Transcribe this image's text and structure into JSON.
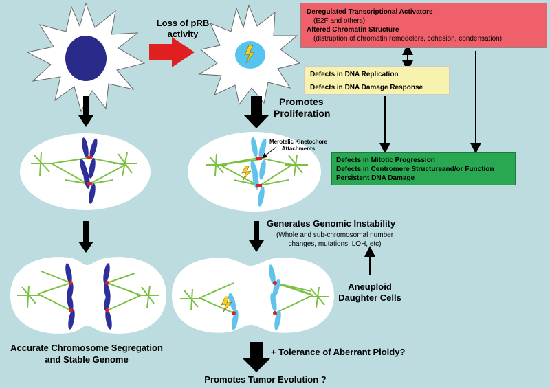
{
  "left": {
    "final_caption_line1": "Accurate Chromosome Segregation",
    "final_caption_line2": "and Stable Genome"
  },
  "center": {
    "loss_label_line1": "Loss of pRB",
    "loss_label_line2": "activity",
    "promotes_line1": "Promotes",
    "promotes_line2": "Proliferation",
    "merotelic_line1": "Merotelic Kinetochore",
    "merotelic_line2": "Attachments",
    "genomic_title": "Generates Genomic Instability",
    "genomic_sub_line1": "(Whole and sub-chromosomal number",
    "genomic_sub_line2": "changes, mutations, LOH, etc)",
    "aneuploid_line1": "Aneuploid",
    "aneuploid_line2": "Daughter Cells",
    "tolerance": "+ Tolerance of Aberrant Ploidy?",
    "tumor": "Promotes Tumor Evolution ?"
  },
  "red_box": {
    "line1": "Deregulated Transcriptional Activators",
    "line2": "(E2F and others)",
    "line3": "Altered Chromatin Structure",
    "line4": "(distruption of chromatin remodelers, cohesion, condensation)",
    "color": "#f0606a"
  },
  "yellow_box": {
    "line1": "Defects in DNA Replication",
    "line2": "Defects in DNA Damage Response",
    "color": "#f7f2ad"
  },
  "green_box": {
    "line1": "Defects in Mitotic Progression",
    "line2": "Defects in Centromere Structureand/or Function",
    "line3": "Persistent DNA Damage",
    "color": "#28a850"
  },
  "colors": {
    "background": "#bcdcdf",
    "arrow_red": "#e02020",
    "nucleus_normal": "#2a2a8a",
    "nucleus_abnormal": "#55c5ef",
    "chromosome_normal": "#2d2f9a",
    "chromosome_abnormal": "#5fc3ec",
    "spindle": "#7ac142",
    "kinetochore": "#e02020",
    "lightning": "#f5d020"
  }
}
